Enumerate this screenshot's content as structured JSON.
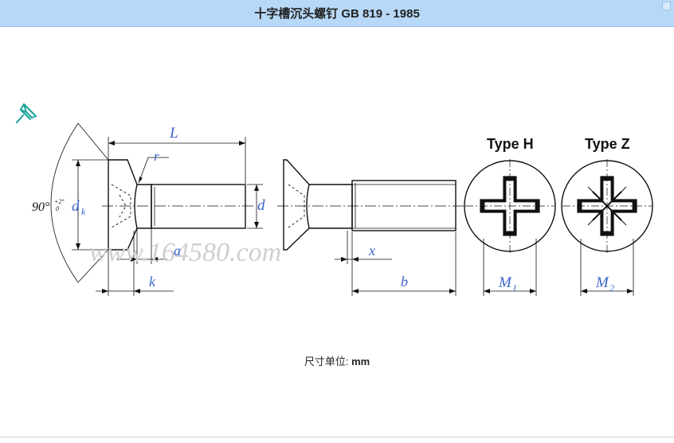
{
  "header": {
    "title": "十字槽沉头螺钉 GB 819 - 1985"
  },
  "icons": {
    "pin": "pushpin-icon",
    "corner": "window-corner-icon"
  },
  "drawing": {
    "labels": {
      "L": "L",
      "r": "r",
      "angle": "90°",
      "angle_tol": "+2°",
      "angle_tol2": "0",
      "dk": "d",
      "dk_sub": "k",
      "d": "d",
      "a": "a",
      "k": "k",
      "x": "x",
      "b": "b",
      "M1": "M",
      "M1_sub": "1",
      "M2": "M",
      "M2_sub": "2",
      "type_h": "Type H",
      "type_z": "Type Z"
    },
    "watermark": "www.164580.com"
  },
  "footer": {
    "unit_label": "尺寸单位:",
    "unit_value": "mm"
  },
  "colors": {
    "header_bg": "#b7d8f7",
    "label_blue": "#3a63c9",
    "pin_teal": "#1aa39a"
  }
}
